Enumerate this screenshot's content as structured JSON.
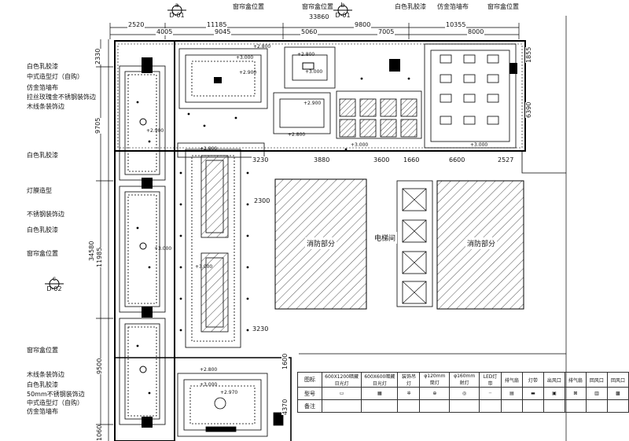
{
  "title_marks": {
    "a": {
      "letter": "a",
      "ref": "D-01"
    },
    "b": {
      "letter": "b",
      "ref": "D-01"
    },
    "c": {
      "letter": "c",
      "ref": "D-02"
    }
  },
  "top_labels": [
    "窗帘盒位置",
    "窗帘盒位置",
    "白色乳胶漆",
    "仿金箔墙布",
    "窗帘盒位置"
  ],
  "left_labels": [
    "白色乳胶漆",
    "中式造型灯（自购）",
    "仿金箔墙布",
    "拉丝玫瑰金不锈钢装饰边",
    "木线条装饰边",
    "白色乳胶漆",
    "灯膜造型",
    "不锈钢装饰边",
    "白色乳胶漆",
    "窗帘盒位置",
    "窗帘盒位置",
    "木线条装饰边",
    "白色乳胶漆",
    "50mm不锈钢装饰边",
    "中式造型灯（自购）",
    "仿金箔墙布"
  ],
  "dims_top_row1": [
    "2520",
    "11185",
    "33860",
    "9800",
    "10355"
  ],
  "dims_top_row2": [
    "4005",
    "9045",
    "5060",
    "7005",
    "8000"
  ],
  "dims_mid": [
    "3230",
    "3880",
    "3600",
    "1660",
    "6600",
    "2527"
  ],
  "dims_other": [
    "2300",
    "3230"
  ],
  "dims_left": [
    "2330",
    "9705",
    "34580",
    "11985",
    "9500",
    "1060"
  ],
  "dims_right": [
    "1855",
    "6390"
  ],
  "dims_bottom": [
    "1600",
    "4370"
  ],
  "elevations": [
    "+2.800",
    "+3.000",
    "+2.900",
    "+2.800",
    "+3.000",
    "+2.900",
    "+2.800",
    "+3.000",
    "+2.900",
    "+2.800",
    "+3.000",
    "+2.970",
    "+3.000",
    "+3.000",
    "+2.800",
    "+3.000"
  ],
  "rooms": {
    "fire_left": "消防部分",
    "elevator": "电梯间",
    "fire_right": "消防部分"
  },
  "legend": {
    "row_labels": [
      "图标",
      "型号",
      "备注"
    ],
    "columns": [
      "600X1200暗藏日光灯",
      "600X600暗藏日光灯",
      "装饰吊灯",
      "φ120mm筒灯",
      "φ160mm射灯",
      "LED灯带",
      "排气扇",
      "灯带",
      "出风口",
      "排气扇",
      "回风口",
      "回风口"
    ]
  }
}
